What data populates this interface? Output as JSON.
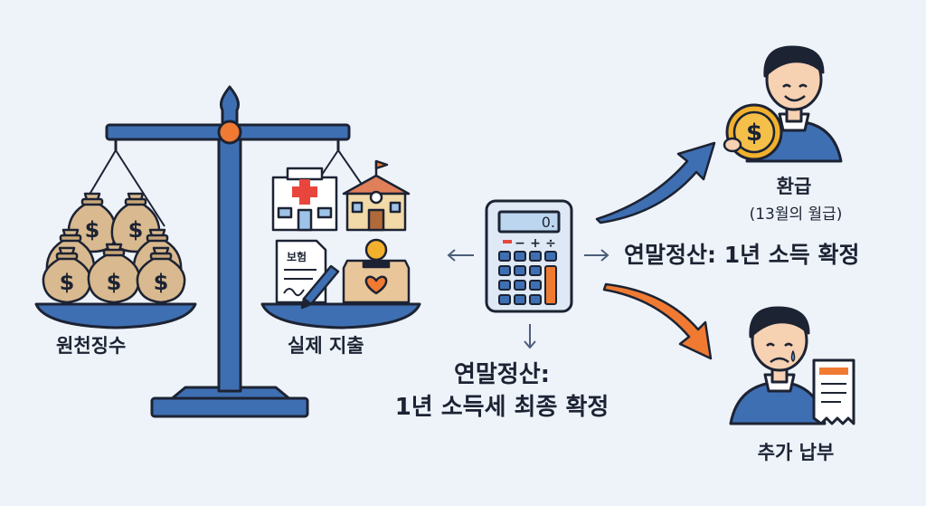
{
  "labels": {
    "withholding": "원천징수",
    "actual_spending": "실제 지출",
    "center_line1": "연말정산:",
    "center_line2": "1년 소득세 최종 확정",
    "refund": "환급",
    "refund_sub": "(13월의 월급)",
    "mid_caption": "연말정산: 1년 소득 확정",
    "additional_payment": "추가 납부"
  },
  "icons": {
    "document_label": "보험",
    "calculator_display": "0.",
    "calculator_ops": [
      "−",
      "+",
      "÷"
    ],
    "currency_symbol": "$"
  },
  "colors": {
    "background": "#eef3fa",
    "primary_blue": "#3f6fb3",
    "dark_navy": "#1c2333",
    "accent_orange": "#f07a32",
    "money_tan": "#d9b98f",
    "coin_gold": "#f2b02c"
  }
}
